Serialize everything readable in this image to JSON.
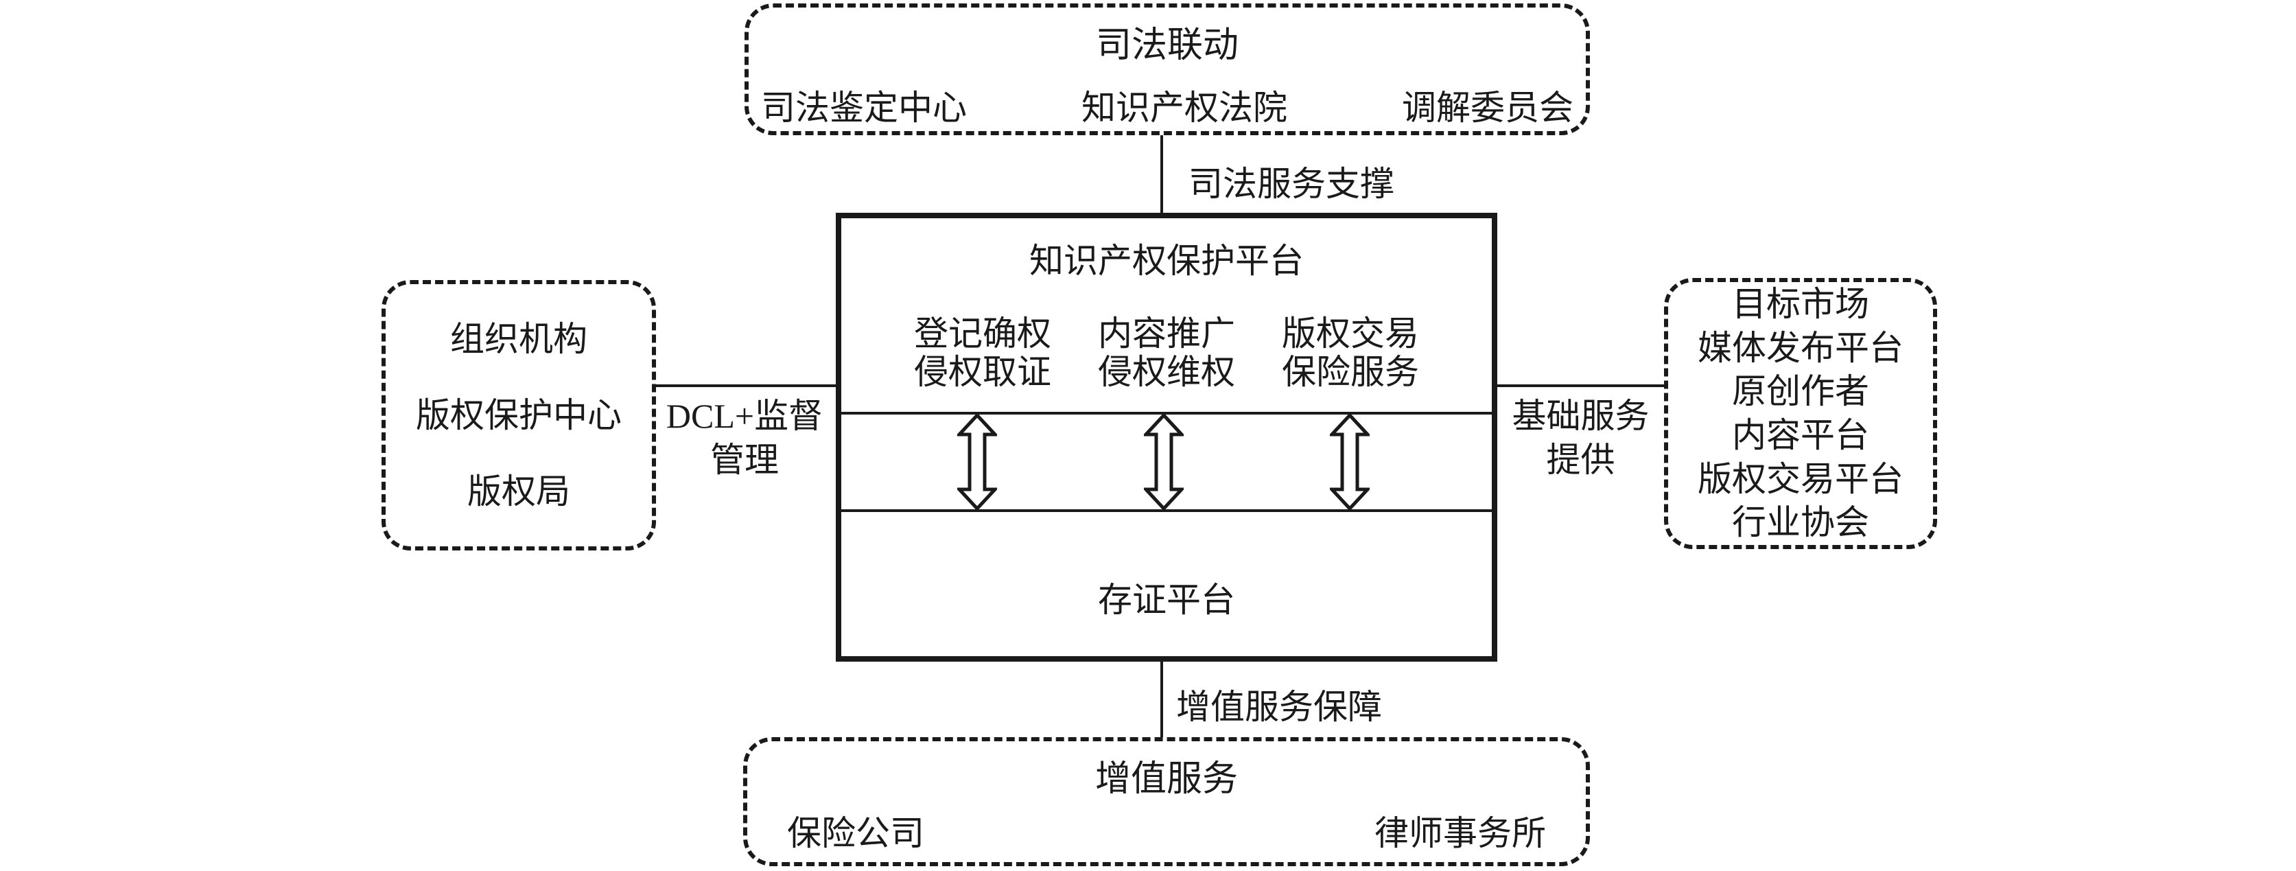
{
  "colors": {
    "line": "#1a1a1a",
    "background": "#ffffff"
  },
  "top_box": {
    "title": "司法联动",
    "items": [
      "司法鉴定中心",
      "知识产权法院",
      "调解委员会"
    ]
  },
  "top_connector_label": "司法服务支撑",
  "center_box": {
    "title": "知识产权保护平台",
    "columns": [
      {
        "line1": "登记确权",
        "line2": "侵权取证"
      },
      {
        "line1": "内容推广",
        "line2": "侵权维权"
      },
      {
        "line1": "版权交易",
        "line2": "保险服务"
      }
    ],
    "bottom_title": "存证平台"
  },
  "left_box": {
    "title": "组织机构",
    "items": [
      "版权保护中心",
      "版权局"
    ]
  },
  "left_connector_label": {
    "line1": "DCL+监督",
    "line2": "管理"
  },
  "right_box": {
    "title": "目标市场",
    "items": [
      "媒体发布平台",
      "原创作者",
      "内容平台",
      "版权交易平台",
      "行业协会"
    ]
  },
  "right_connector_label": {
    "line1": "基础服务",
    "line2": "提供"
  },
  "bottom_connector_label": "增值服务保障",
  "bottom_box": {
    "title": "增值服务",
    "items": [
      "保险公司",
      "律师事务所"
    ]
  }
}
